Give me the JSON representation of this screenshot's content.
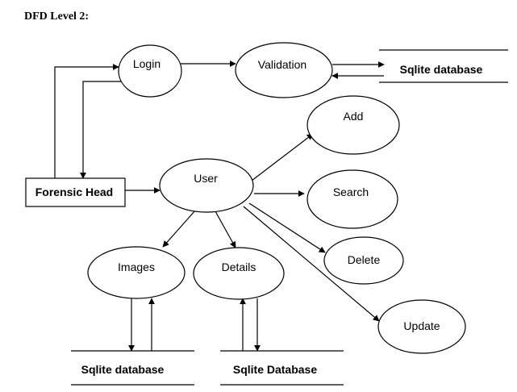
{
  "title": "DFD Level 2:",
  "processes": {
    "login": "Login",
    "validation": "Validation",
    "user": "User",
    "add": "Add",
    "search": "Search",
    "delete": "Delete",
    "update": "Update",
    "images": "Images",
    "details": "Details"
  },
  "entities": {
    "forensic_head": "Forensic Head"
  },
  "data_stores": {
    "validation_store": "Sqlite database",
    "images_store": "Sqlite database",
    "details_store": "Sqlite Database"
  },
  "flows": [
    {
      "from": "Forensic Head",
      "to": "Login"
    },
    {
      "from": "Login",
      "to": "Forensic Head"
    },
    {
      "from": "Login",
      "to": "Validation"
    },
    {
      "from": "Validation",
      "to": "Sqlite database"
    },
    {
      "from": "Sqlite database",
      "to": "Validation"
    },
    {
      "from": "Forensic Head",
      "to": "User"
    },
    {
      "from": "User",
      "to": "Add"
    },
    {
      "from": "User",
      "to": "Search"
    },
    {
      "from": "User",
      "to": "Delete"
    },
    {
      "from": "User",
      "to": "Update"
    },
    {
      "from": "User",
      "to": "Images"
    },
    {
      "from": "User",
      "to": "Details"
    },
    {
      "from": "Images",
      "to": "Sqlite database"
    },
    {
      "from": "Sqlite database",
      "to": "Images"
    },
    {
      "from": "Details",
      "to": "Sqlite Database"
    },
    {
      "from": "Sqlite Database",
      "to": "Details"
    }
  ]
}
